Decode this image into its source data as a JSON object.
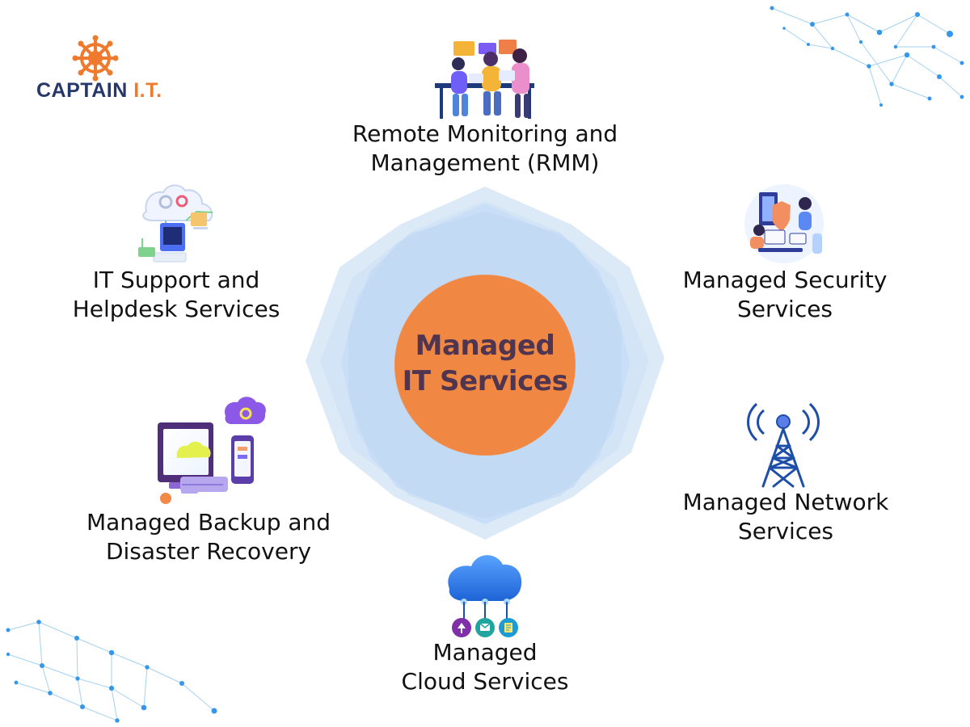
{
  "brand": {
    "name_primary": "CAPTAIN ",
    "name_accent": "I.T.",
    "colors": {
      "navy": "#26386b",
      "orange": "#ef7a2e"
    }
  },
  "diagram": {
    "center": {
      "line1": "Managed",
      "line2": "IT Services",
      "fill": "#f08743",
      "text_color": "#4f3550"
    },
    "services": [
      {
        "line1": "Remote Monitoring and",
        "line2": "Management (RMM)",
        "icon": "team-monitoring-icon"
      },
      {
        "line1": "IT Support and",
        "line2": "Helpdesk Services",
        "icon": "cloud-support-icon"
      },
      {
        "line1": "Managed Security",
        "line2": "Services",
        "icon": "security-team-icon"
      },
      {
        "line1": "Managed Backup and",
        "line2": "Disaster Recovery",
        "icon": "backup-recovery-icon"
      },
      {
        "line1": "Managed Network",
        "line2": "Services",
        "icon": "network-tower-icon"
      },
      {
        "line1": "Managed",
        "line2": "Cloud Services",
        "icon": "cloud-services-icon"
      }
    ],
    "colors": {
      "halo_light": "#dceaf8",
      "halo_mid": "#c8ddf6",
      "network_blue": "#2a92ea"
    }
  }
}
